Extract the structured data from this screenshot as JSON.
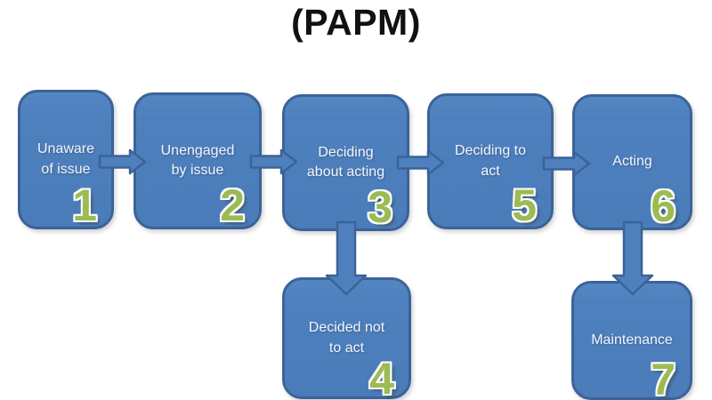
{
  "title": "(PAPM)",
  "colors": {
    "background": "#ffffff",
    "box_fill": "#4e80be",
    "box_border": "#3b6398",
    "label_text": "#f2f6fb",
    "number_green": "#9cbb53",
    "title_text": "#111111"
  },
  "diagram": {
    "type": "flowchart",
    "model_name": "(PAPM)",
    "stages": [
      {
        "number": "1",
        "label": "Unaware\nof issue"
      },
      {
        "number": "2",
        "label": "Unengaged\nby issue"
      },
      {
        "number": "3",
        "label": "Deciding\nabout acting"
      },
      {
        "number": "4",
        "label": "Decided not\nto act"
      },
      {
        "number": "5",
        "label": "Deciding to\nact"
      },
      {
        "number": "6",
        "label": "Acting"
      },
      {
        "number": "7",
        "label": "Maintenance"
      }
    ],
    "connections": [
      {
        "from": "1",
        "to": "2",
        "direction": "right"
      },
      {
        "from": "2",
        "to": "3",
        "direction": "right"
      },
      {
        "from": "3",
        "to": "5",
        "direction": "right"
      },
      {
        "from": "5",
        "to": "6",
        "direction": "right"
      },
      {
        "from": "3",
        "to": "4",
        "direction": "down"
      },
      {
        "from": "6",
        "to": "7",
        "direction": "down"
      }
    ]
  }
}
